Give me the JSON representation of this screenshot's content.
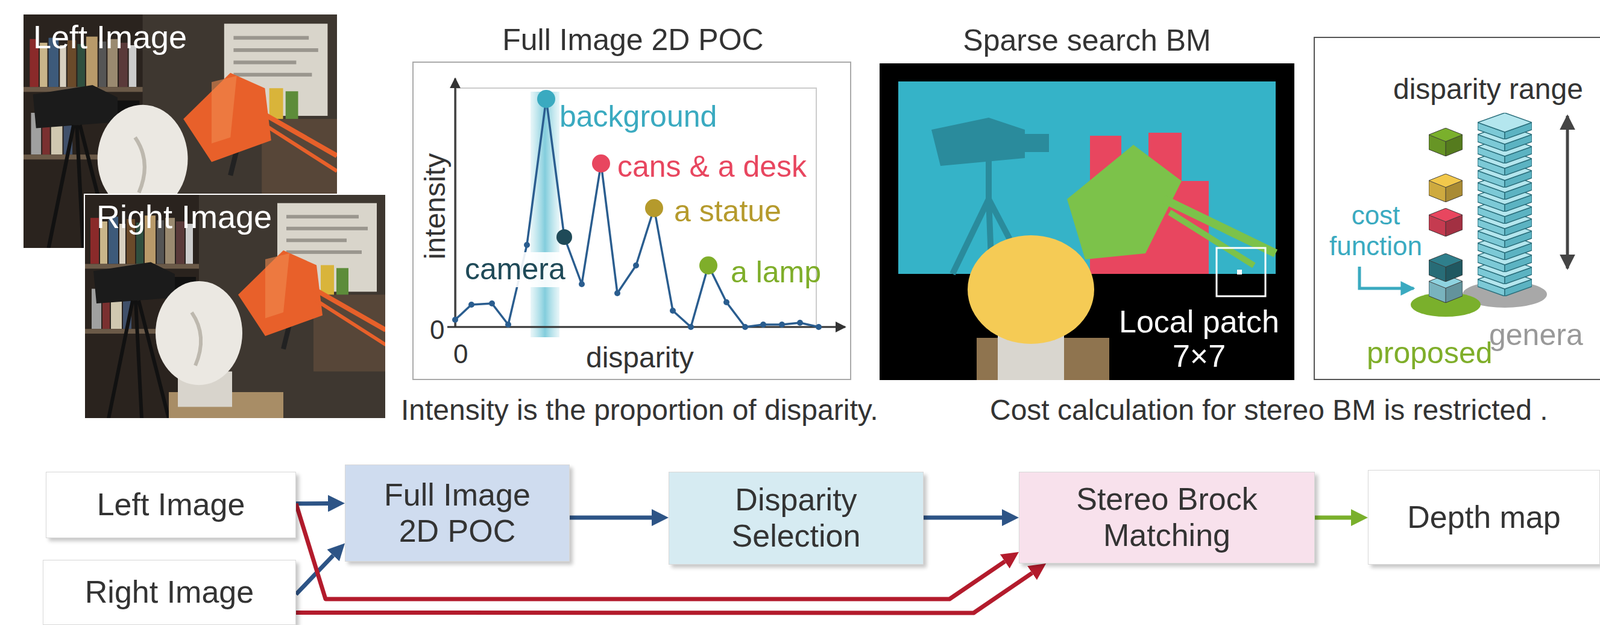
{
  "diagram": {
    "nodes": [
      {
        "text": [
          "Left Image"
        ]
      },
      {
        "text": [
          "Right Image"
        ]
      },
      {
        "text": [
          "Full Image 2D POC",
          "intensity",
          "0",
          "0",
          "disparity",
          "background",
          "cans & a desk",
          "a statue",
          "camera",
          "a lamp"
        ]
      },
      {
        "text": [
          "Sparse search BM",
          "Local patch 7×7"
        ]
      },
      {
        "text": [
          "disparity range",
          "cost function",
          "genera",
          "proposed"
        ]
      },
      {
        "text": [
          "Left Image"
        ]
      },
      {
        "text": [
          "Right Image"
        ]
      },
      {
        "text": [
          "Full Image 2D POC"
        ]
      },
      {
        "text": [
          "Disparity Selection"
        ]
      },
      {
        "text": [
          "Stereo Brock Matching"
        ]
      },
      {
        "text": [
          "Depth map"
        ]
      }
    ],
    "edges": [
      {
        "from": 5,
        "to": 7,
        "arrow": "to"
      },
      {
        "from": 6,
        "to": 7,
        "arrow": "to"
      },
      {
        "from": 7,
        "to": 8,
        "arrow": "to"
      },
      {
        "from": 8,
        "to": 9,
        "arrow": "to"
      },
      {
        "from": 5,
        "to": 9,
        "arrow": "to"
      },
      {
        "from": 6,
        "to": 9,
        "arrow": "to"
      },
      {
        "from": 9,
        "to": 10,
        "arrow": "to"
      }
    ],
    "labels": [
      "Intensity is the proportion of disparity.",
      "Cost calculation for stereo BM is restricted ."
    ]
  }
}
